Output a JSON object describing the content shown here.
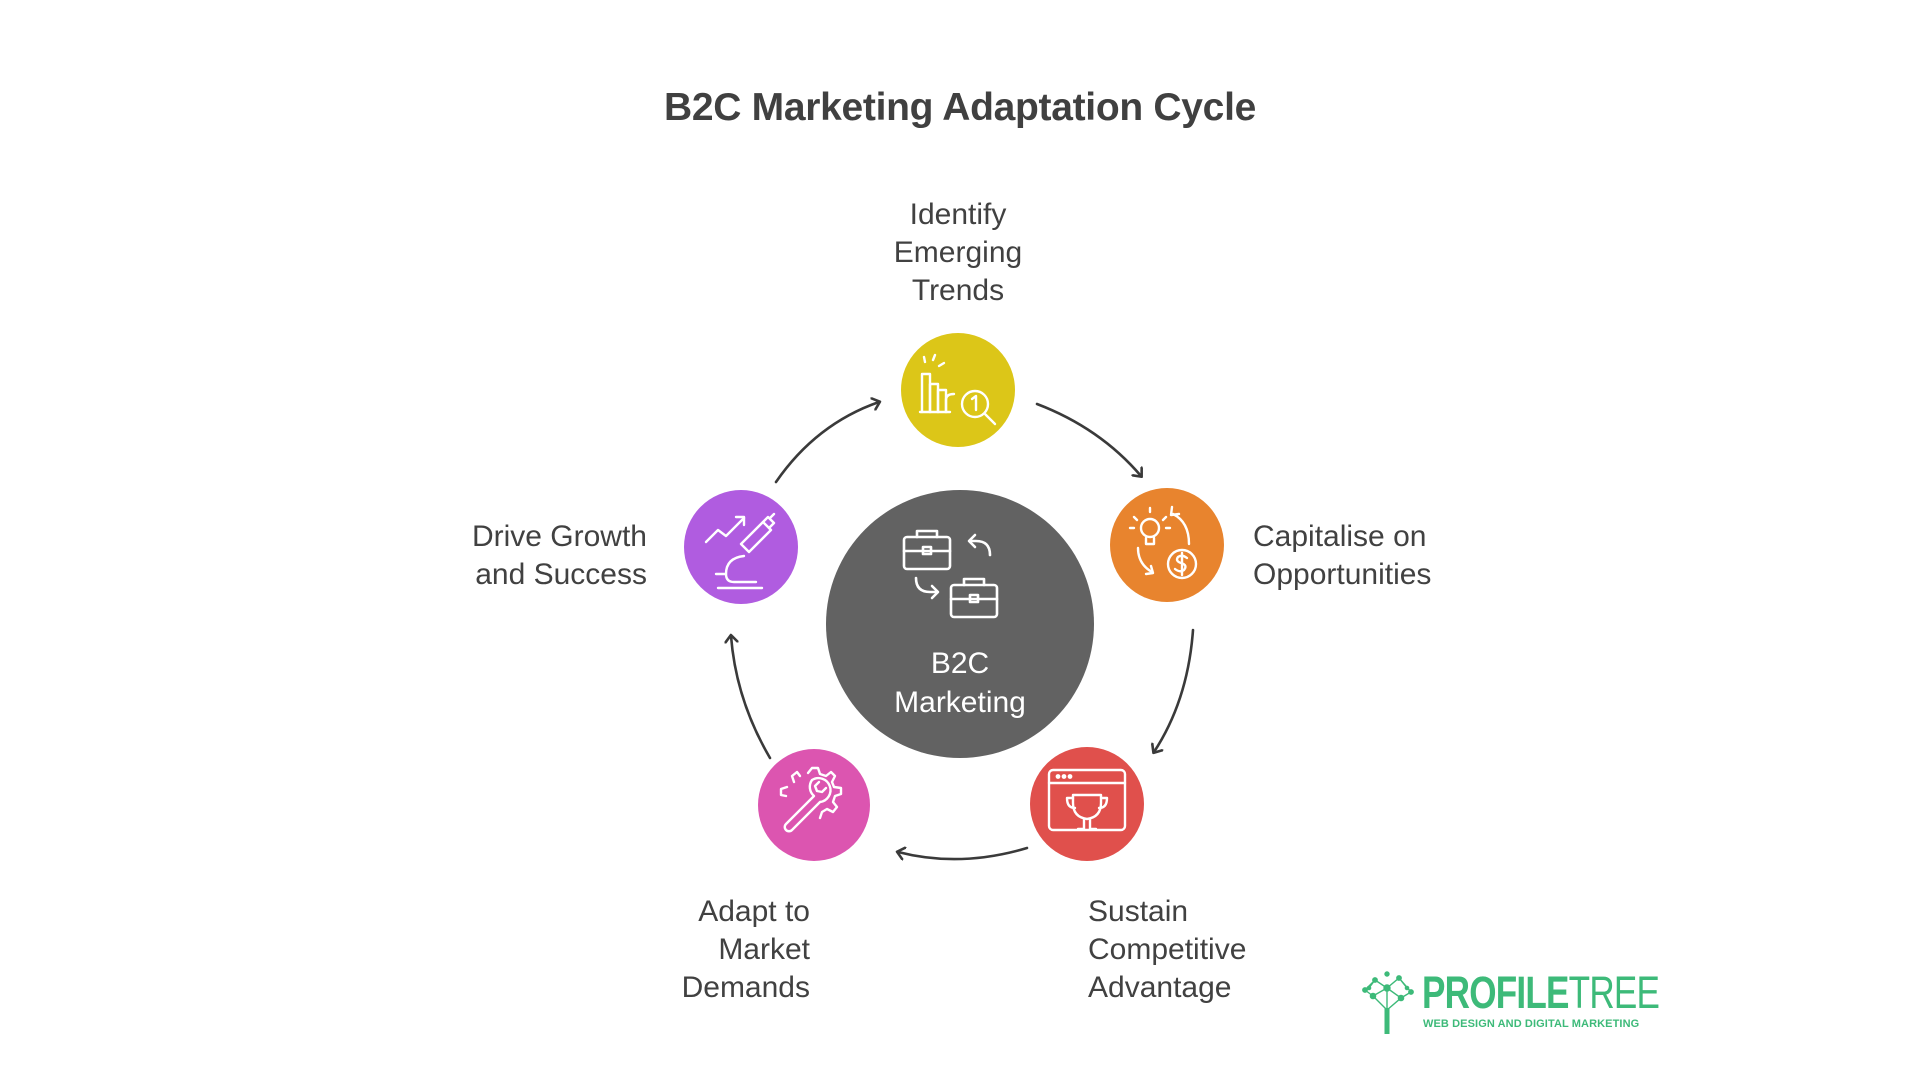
{
  "title": "B2C Marketing Adaptation Cycle",
  "center": {
    "line1": "B2C",
    "line2": "Marketing",
    "icon": "briefcase-exchange-icon",
    "color": "#626262"
  },
  "steps": [
    {
      "id": "identify",
      "lines": [
        "Identify",
        "Emerging",
        "Trends"
      ],
      "icon": "bar-chart-search-icon",
      "color": "#dcc618"
    },
    {
      "id": "capitalise",
      "lines": [
        "Capitalise on",
        "Opportunities"
      ],
      "icon": "idea-money-cycle-icon",
      "color": "#e8842e"
    },
    {
      "id": "sustain",
      "lines": [
        "Sustain",
        "Competitive",
        "Advantage"
      ],
      "icon": "trophy-window-icon",
      "color": "#e0504c"
    },
    {
      "id": "adapt",
      "lines": [
        "Adapt to",
        "Market",
        "Demands"
      ],
      "icon": "gear-wrench-icon",
      "color": "#dc55b0"
    },
    {
      "id": "drive",
      "lines": [
        "Drive Growth",
        "and Success"
      ],
      "icon": "microscope-growth-icon",
      "color": "#b05ce0"
    }
  ],
  "logo": {
    "word_bold": "PROFILE",
    "word_light": "TREE",
    "tagline": "WEB DESIGN AND DIGITAL MARKETING",
    "color": "#3dba79"
  }
}
